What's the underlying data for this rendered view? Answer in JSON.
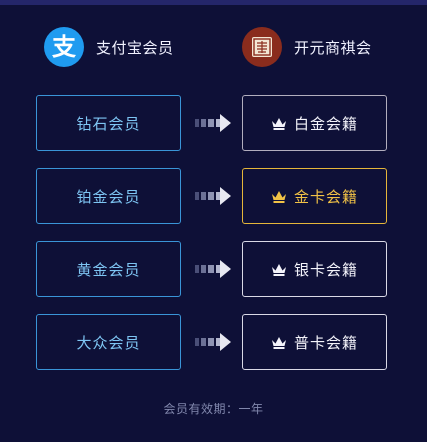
{
  "header": {
    "left_label": "支付宝会员",
    "left_logo_glyph": "支",
    "right_label": "开元商祺会",
    "right_logo_glyph": "圖"
  },
  "tiers": [
    {
      "source": "钻石会员",
      "target": "白金会籍"
    },
    {
      "source": "铂金会员",
      "target": "金卡会籍"
    },
    {
      "source": "黄金会员",
      "target": "银卡会籍"
    },
    {
      "source": "大众会员",
      "target": "普卡会籍"
    }
  ],
  "footer": {
    "validity": "会员有效期：一年"
  },
  "colors": {
    "background": "#0e1037",
    "source_border": "#3a95d8",
    "source_text": "#7ec5f3",
    "target_border": "#d9d9e6",
    "highlight_gold": "#e5b63a",
    "alipay_blue": "#1f9bf0",
    "brand_red": "#8a2c1d"
  },
  "icons": {
    "alipay": "alipay-logo-icon",
    "brand": "kaiyuan-seal-icon",
    "arrow": "arrow-right-icon",
    "crown": "crown-icon"
  }
}
